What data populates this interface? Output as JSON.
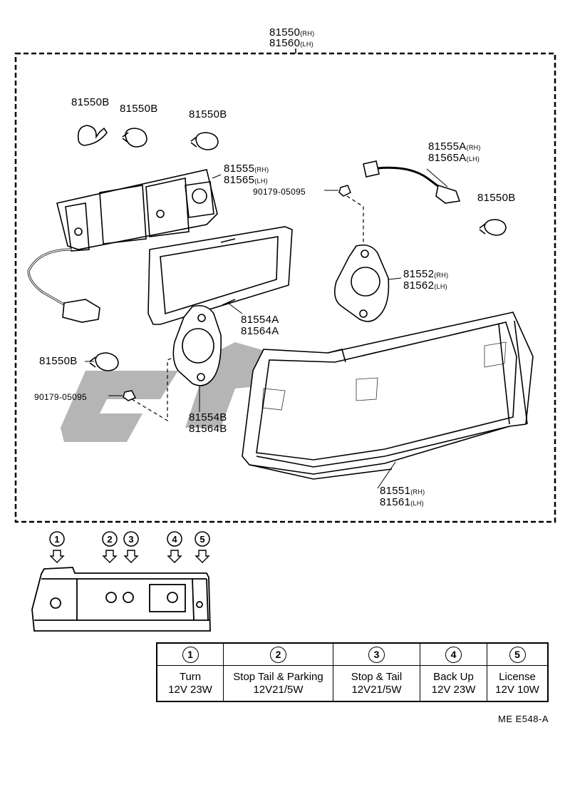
{
  "labels": {
    "assy_rh": "81550",
    "assy_rh_side": "(RH)",
    "assy_lh": "81560",
    "assy_lh_side": "(LH)",
    "bulb_1": "81550B",
    "bulb_2": "81550B",
    "bulb_3": "81550B",
    "bulb_4": "81550B",
    "bulb_5": "81550B",
    "socket_rh": "81555",
    "socket_rh_side": "(RH)",
    "socket_lh": "81565",
    "socket_lh_side": "(LH)",
    "screw_top": "90179-05095",
    "screw_bottom": "90179-05095",
    "lic_socket_rh": "81555A",
    "lic_socket_rh_side": "(RH)",
    "lic_socket_lh": "81565A",
    "lic_socket_lh_side": "(LH)",
    "gasket_rh": "81552",
    "gasket_rh_side": "(RH)",
    "gasket_lh": "81562",
    "gasket_lh_side": "(LH)",
    "packing_a1": "81554A",
    "packing_a2": "81564A",
    "packing_b1": "81554B",
    "packing_b2": "81564B",
    "lens_rh": "81551",
    "lens_rh_side": "(RH)",
    "lens_lh": "81561",
    "lens_lh_side": "(LH)"
  },
  "callouts": [
    "1",
    "2",
    "3",
    "4",
    "5"
  ],
  "bulb_table": [
    {
      "num": "1",
      "name": "Turn",
      "spec": "12V 23W"
    },
    {
      "num": "2",
      "name": "Stop Tail & Parking",
      "spec": "12V21/5W"
    },
    {
      "num": "3",
      "name": "Stop & Tail",
      "spec": "12V21/5W"
    },
    {
      "num": "4",
      "name": "Back Up",
      "spec": "12V 23W"
    },
    {
      "num": "5",
      "name": "License",
      "spec": "12V 10W"
    }
  ],
  "drawing_ref": "ME E548-A",
  "colors": {
    "ink": "#000000",
    "watermark": "#a8a8a8",
    "paper": "#ffffff"
  }
}
